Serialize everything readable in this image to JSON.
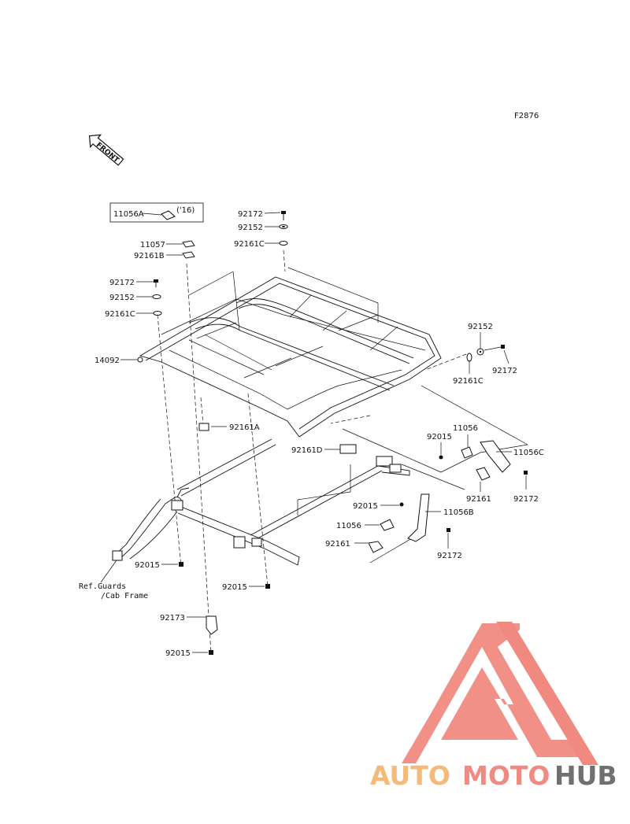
{
  "figure_code": "F2876",
  "front_label": "FRONT",
  "parts": [
    {
      "key": "p11056A",
      "label": "11056A",
      "year": "('16)"
    },
    {
      "key": "p92172a",
      "label": "92172"
    },
    {
      "key": "p92152a",
      "label": "92152"
    },
    {
      "key": "p92161Ca",
      "label": "92161C"
    },
    {
      "key": "p11057",
      "label": "11057"
    },
    {
      "key": "p92161B",
      "label": "92161B"
    },
    {
      "key": "p92172b",
      "label": "92172"
    },
    {
      "key": "p92152b",
      "label": "92152"
    },
    {
      "key": "p92161Cb",
      "label": "92161C"
    },
    {
      "key": "p14092",
      "label": "14092"
    },
    {
      "key": "p92152c",
      "label": "92152"
    },
    {
      "key": "p92172c",
      "label": "92172"
    },
    {
      "key": "p92161Cc",
      "label": "92161C"
    },
    {
      "key": "p92161A",
      "label": "92161A"
    },
    {
      "key": "p92161D",
      "label": "92161D"
    },
    {
      "key": "p11056a",
      "label": "11056"
    },
    {
      "key": "p92015a",
      "label": "92015"
    },
    {
      "key": "p11056C",
      "label": "11056C"
    },
    {
      "key": "p92161a",
      "label": "92161"
    },
    {
      "key": "p92172d",
      "label": "92172"
    },
    {
      "key": "p92015b",
      "label": "92015"
    },
    {
      "key": "p11056B",
      "label": "11056B"
    },
    {
      "key": "p11056b",
      "label": "11056"
    },
    {
      "key": "p92161b",
      "label": "92161"
    },
    {
      "key": "p92172e",
      "label": "92172"
    },
    {
      "key": "p92015c",
      "label": "92015"
    },
    {
      "key": "p92015d",
      "label": "92015"
    },
    {
      "key": "p92173",
      "label": "92173"
    },
    {
      "key": "p92015e",
      "label": "92015"
    }
  ],
  "reference_note": [
    "Ref.Guards",
    "/Cab Frame"
  ],
  "watermark": {
    "part1": "AUTO",
    "part2": "MOTO",
    "part3": "HUB",
    "colors": {
      "auto": "#f5b97a",
      "moto": "#ef8b82",
      "hub": "#707070",
      "triangle": "#f08a80"
    }
  }
}
